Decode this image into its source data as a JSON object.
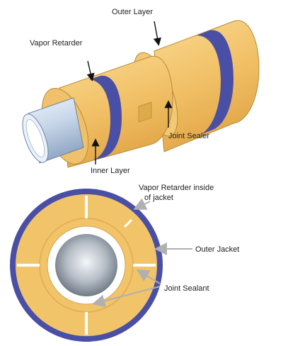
{
  "labels": {
    "outer_layer": "Outer Layer",
    "vapor_retarder": "Vapor Retarder",
    "joint_sealer": "Joint Sealer",
    "inner_layer": "Inner Layer",
    "vapor_retarder_inside_1": "Vapor Retarder inside",
    "vapor_retarder_inside_2": "of jacket",
    "outer_jacket": "Outer Jacket",
    "joint_sealant": "Joint Sealant"
  },
  "colors": {
    "insulation": "#f2c46a",
    "insulation_dark": "#e0a94a",
    "insulation_light": "#f8dc98",
    "jacket_band": "#4a4fa6",
    "pipe": "#b9cbe0",
    "pipe_light": "#e9f1fa",
    "arrow": "#111111",
    "gray_arrow": "#b0b0b0"
  }
}
